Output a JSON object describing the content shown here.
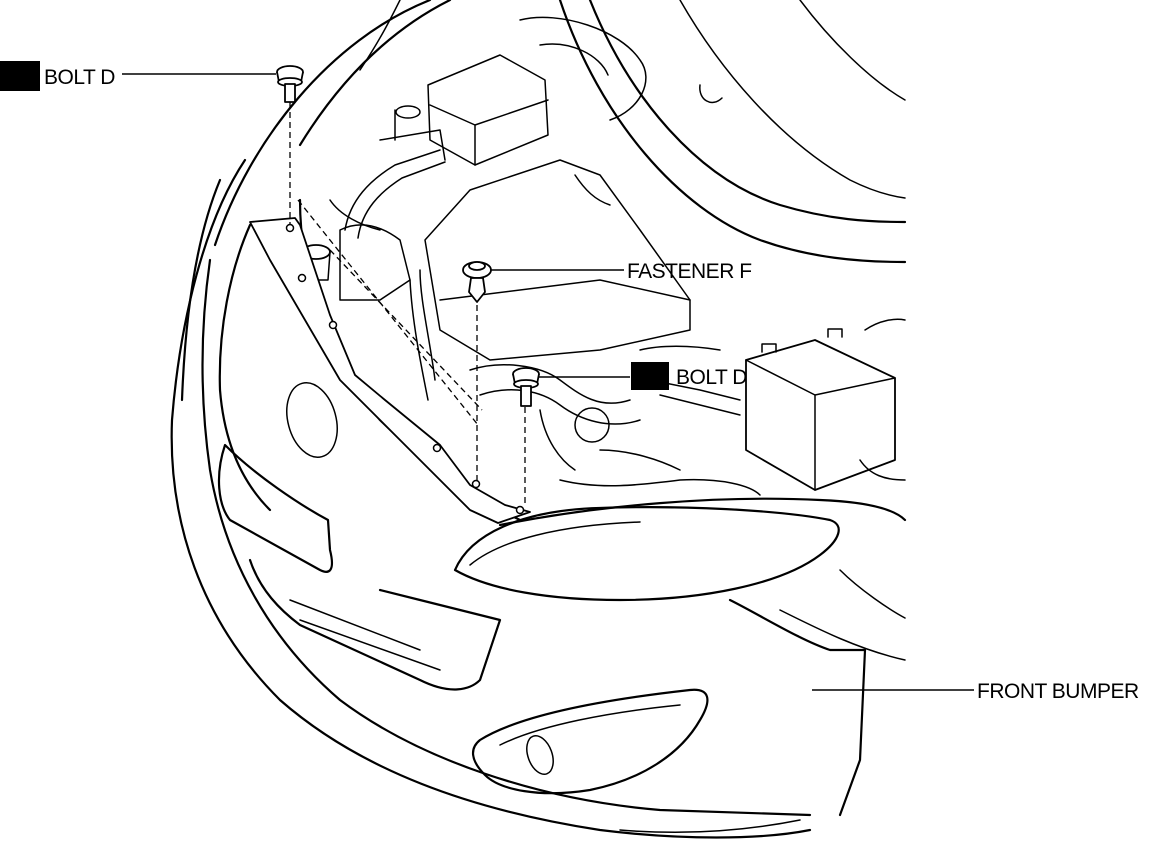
{
  "callouts": {
    "bolt_top": "BOLT D",
    "fastener": "FASTENER F",
    "bolt_mid": "BOLT D",
    "bumper": "FRONT BUMPER"
  }
}
